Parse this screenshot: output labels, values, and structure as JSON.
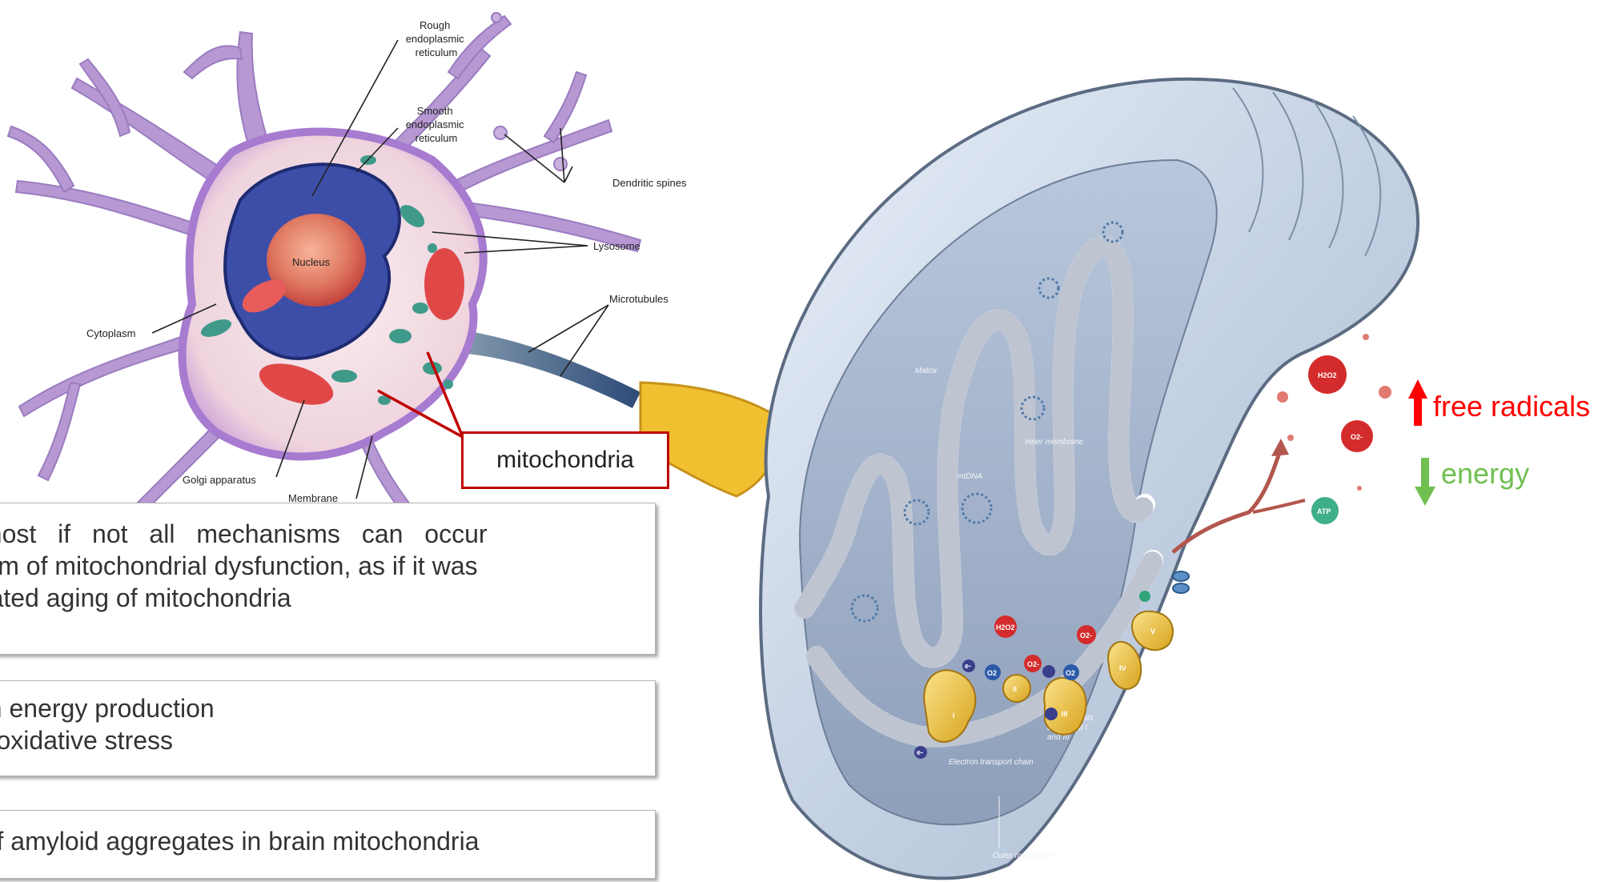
{
  "neuron_labels": {
    "rough_er": [
      "Rough",
      "endoplasmic",
      "reticulum"
    ],
    "smooth_er": [
      "Smooth",
      "endoplasmic",
      "reticulum"
    ],
    "dendritic_spines": "Dendritic spines",
    "lysosome": "Lysosome",
    "microtubules": "Microtubules",
    "cytoplasm": "Cytoplasm",
    "golgi": "Golgi apparatus",
    "membrane": "Membrane",
    "nucleus": "Nucleus"
  },
  "callout": {
    "label": "mitochondria",
    "border_color": "#c00000"
  },
  "mito_labels": {
    "matrix": "Matrix",
    "inner_membrane": "Inner membrane",
    "mtdna": "mtDNA",
    "electron_transport_chain": "Electron transport chain",
    "free_radicals_note": [
      "Free radicals",
      "created at I",
      "and III"
    ],
    "outer_membrane": "Outer membrane",
    "complexes": [
      "I",
      "II",
      "III",
      "IV",
      "V"
    ],
    "molecules": {
      "h2o2": "H2O2",
      "o2": "O2",
      "o2_radical": "O2-",
      "electron": "e-",
      "atp": "ATP"
    }
  },
  "indicators": {
    "free_radicals": {
      "label": "free radicals",
      "direction": "up",
      "color": "#ff0000"
    },
    "energy": {
      "label": "energy",
      "direction": "down",
      "color": "#70c050"
    }
  },
  "text_boxes": {
    "box1": [
      "almost if not all mechanisms can occur",
      "ream of mitochondrial dysfunction, as if it was",
      "lerated aging of mitochondria"
    ],
    "box2": [
      "e in energy production",
      "ed oxidative stress"
    ],
    "box3": [
      "e of amyloid aggregates in brain mitochondria"
    ]
  }
}
